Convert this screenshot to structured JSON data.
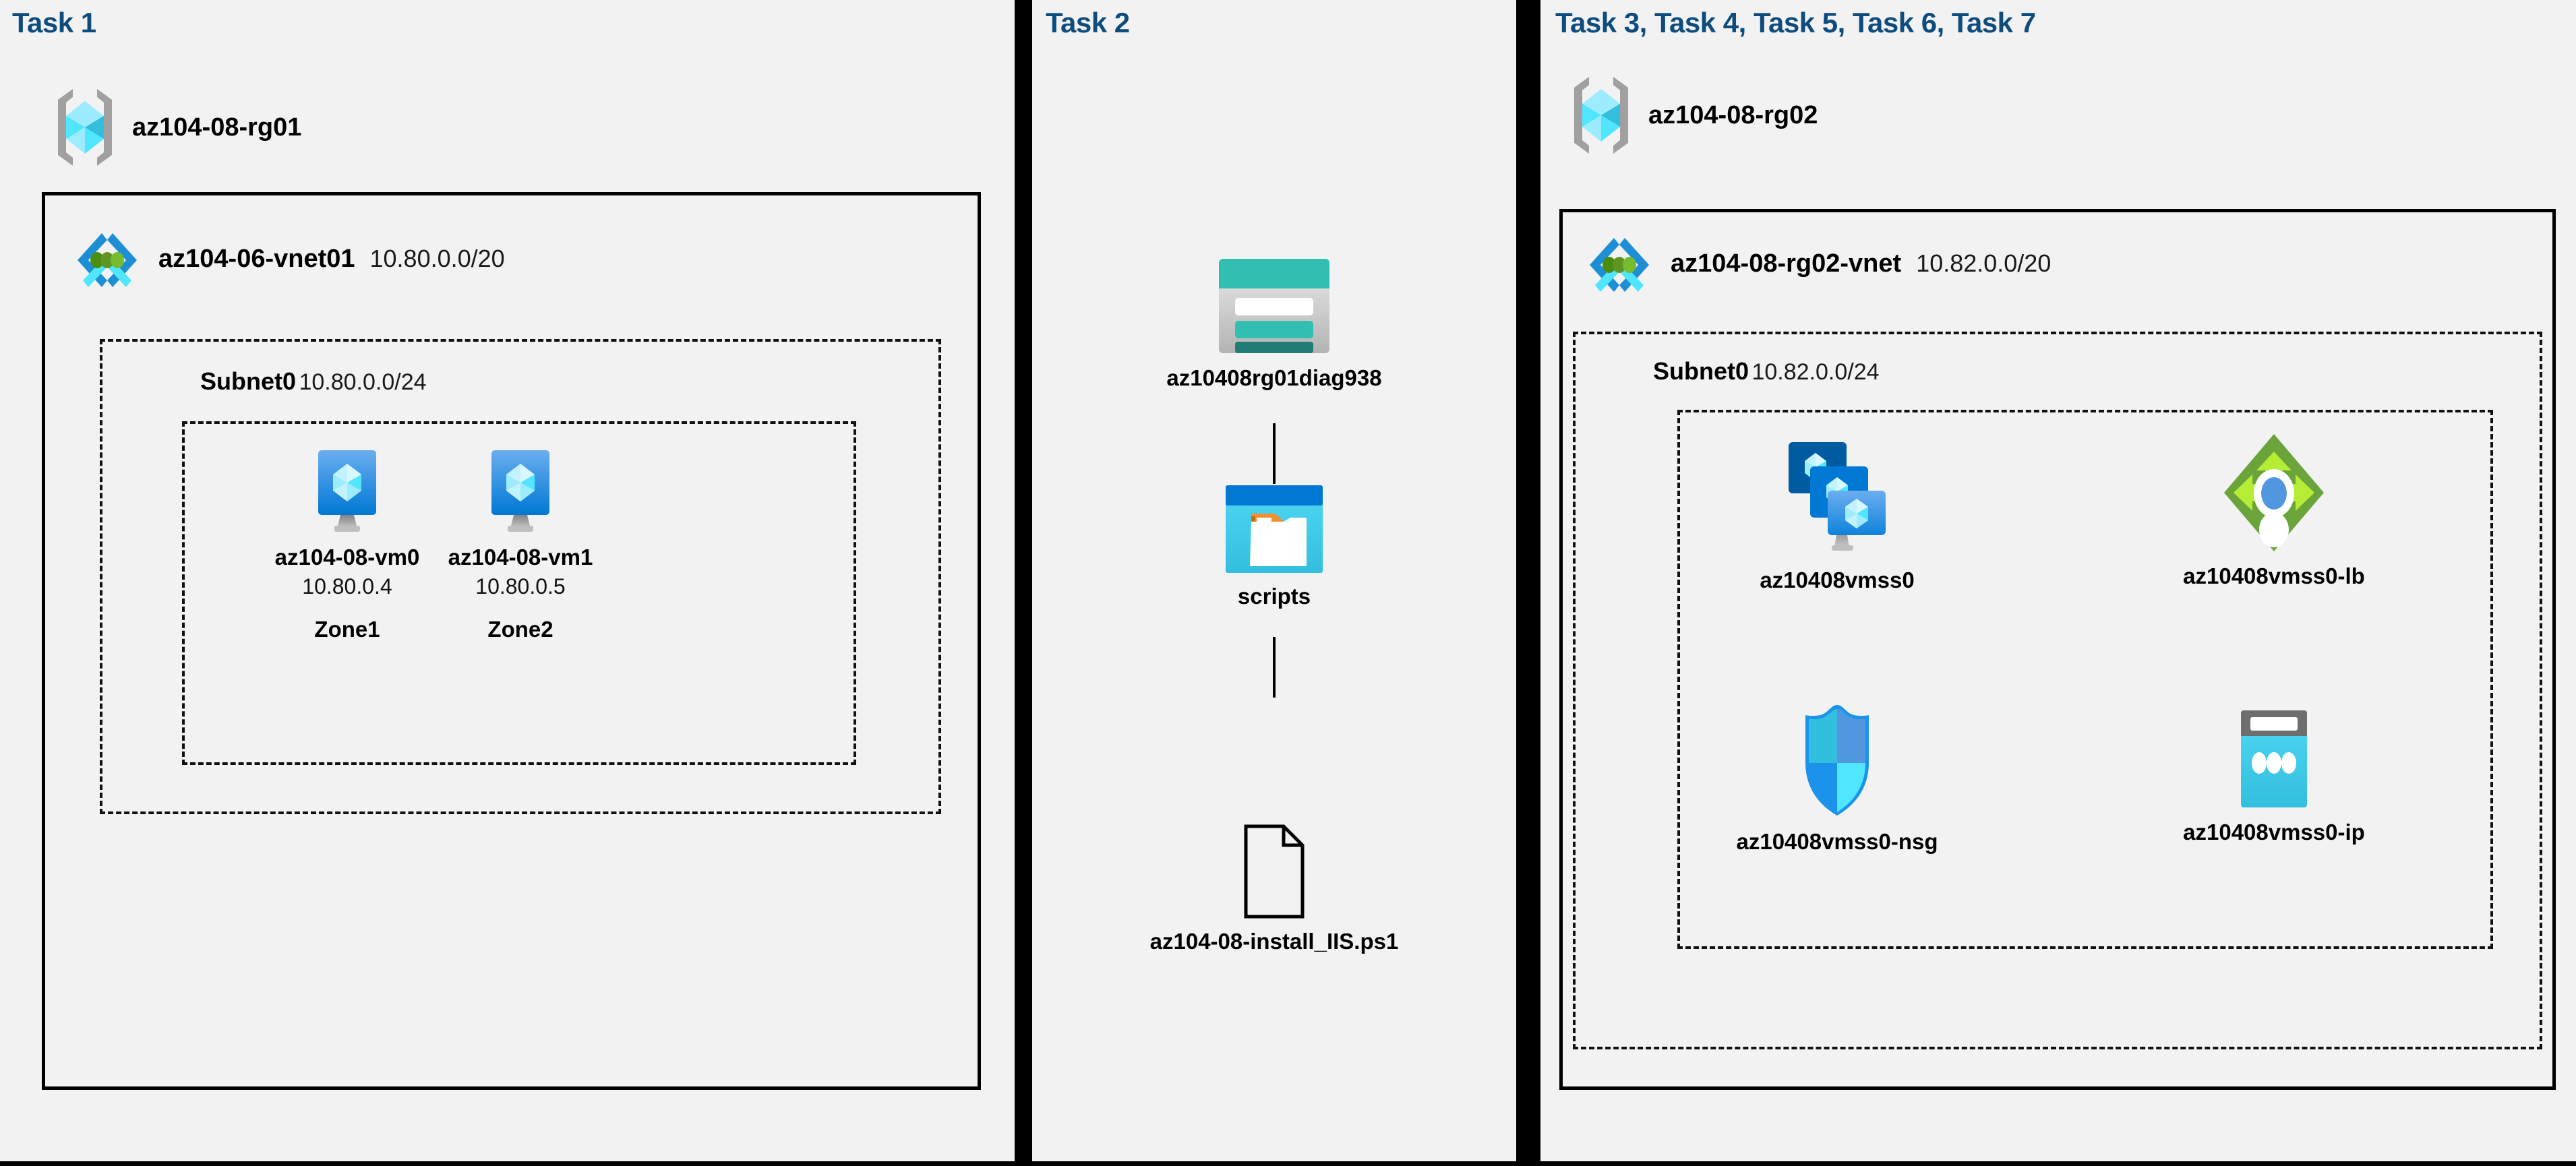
{
  "theme": {
    "background": "#f2f2f2",
    "header_color": "#0E4C7E",
    "border_color": "#000000",
    "azure_blue": "#0078D4",
    "azure_dark_blue": "#005BA1",
    "azure_light_blue": "#50A5E8",
    "cube_cyan": "#50E6FF",
    "storage_teal": "#32BFB2",
    "storage_teal_dark": "#217E77",
    "lb_green": "#6BA43A",
    "lb_green_light": "#B4EC36",
    "grey_bracket": "#A0A0A0"
  },
  "panels": [
    {
      "id": "panel-1",
      "header": "Task 1",
      "resource_group": {
        "icon": "resource-group-icon",
        "label": "az104-08-rg01"
      },
      "vnet": {
        "icon": "virtual-network-icon",
        "name": "az104-06-vnet01",
        "cidr": "10.80.0.0/20"
      },
      "subnet": {
        "name": "Subnet0",
        "cidr": "10.80.0.0/24"
      },
      "vms": [
        {
          "icon": "virtual-machine-icon",
          "name": "az104-08-vm0",
          "ip": "10.80.0.4",
          "zone": "Zone1"
        },
        {
          "icon": "virtual-machine-icon",
          "name": "az104-08-vm1",
          "ip": "10.80.0.5",
          "zone": "Zone2"
        }
      ]
    },
    {
      "id": "panel-2",
      "header": "Task 2",
      "chain": [
        {
          "icon": "storage-account-icon",
          "label": "az10408rg01diag938"
        },
        {
          "icon": "blob-container-icon",
          "label": "scripts"
        },
        {
          "icon": "file-icon",
          "label": "az104-08-install_IIS.ps1"
        }
      ]
    },
    {
      "id": "panel-3",
      "header": "Task 3, Task 4, Task 5, Task 6, Task 7",
      "resource_group": {
        "icon": "resource-group-icon",
        "label": "az104-08-rg02"
      },
      "vnet": {
        "icon": "virtual-network-icon",
        "name": "az104-08-rg02-vnet",
        "cidr": "10.82.0.0/20"
      },
      "subnet": {
        "name": "Subnet0",
        "cidr": "10.82.0.0/24"
      },
      "resources": [
        {
          "icon": "vm-scale-set-icon",
          "label": "az10408vmss0"
        },
        {
          "icon": "load-balancer-icon",
          "label": "az10408vmss0-lb"
        },
        {
          "icon": "network-security-group-icon",
          "label": "az10408vmss0-nsg"
        },
        {
          "icon": "public-ip-address-icon",
          "label": "az10408vmss0-ip"
        }
      ]
    }
  ]
}
